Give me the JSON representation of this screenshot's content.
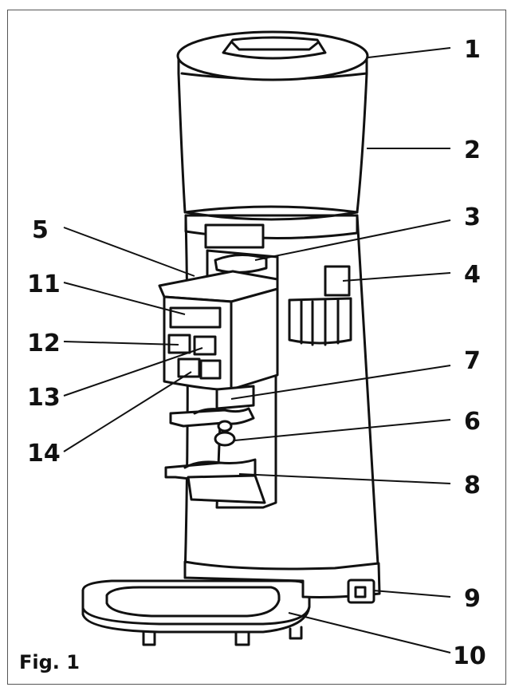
{
  "figure": {
    "label": "Fig. 1",
    "callouts": [
      "1",
      "2",
      "3",
      "4",
      "5",
      "6",
      "7",
      "8",
      "9",
      "10",
      "11",
      "12",
      "13",
      "14"
    ]
  },
  "colors": {
    "line": "#111111",
    "frame": "#555555",
    "background": "#ffffff"
  }
}
